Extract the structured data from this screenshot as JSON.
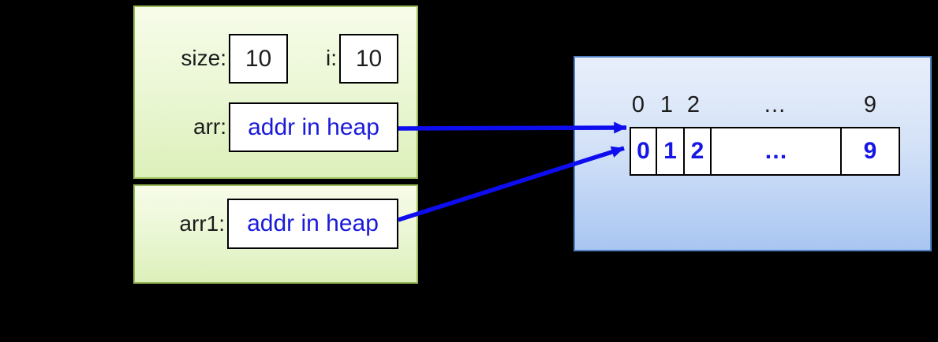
{
  "diagram_title": "stack-and-heap-array-diagram",
  "stack": {
    "frame_main": {
      "size": {
        "label": "size:",
        "value": "10"
      },
      "i": {
        "label": "i:",
        "value": "10"
      },
      "arr": {
        "label": "arr:",
        "value": "addr in heap"
      }
    },
    "frame_arr1": {
      "arr1": {
        "label": "arr1:",
        "value": "addr in heap"
      }
    }
  },
  "heap": {
    "indices": [
      "0",
      "1",
      "2",
      "…",
      "9"
    ],
    "cells": [
      "0",
      "1",
      "2",
      "…",
      "9"
    ]
  },
  "colors": {
    "background": "#000000",
    "stack_fill_top": "#f7fce9",
    "stack_fill_bottom": "#ddf0ba",
    "stack_border": "#9bbb59",
    "heap_fill_top": "#e8effb",
    "heap_fill_bottom": "#a9c6f2",
    "heap_border": "#4f7fbe",
    "value_box_fill": "#ffffff",
    "value_box_border": "#000000",
    "label_text": "#1c1c1c",
    "pointer_text": "#1a1ad9",
    "array_cell_text": "#1616e6",
    "arrow": "#0d0df0"
  }
}
